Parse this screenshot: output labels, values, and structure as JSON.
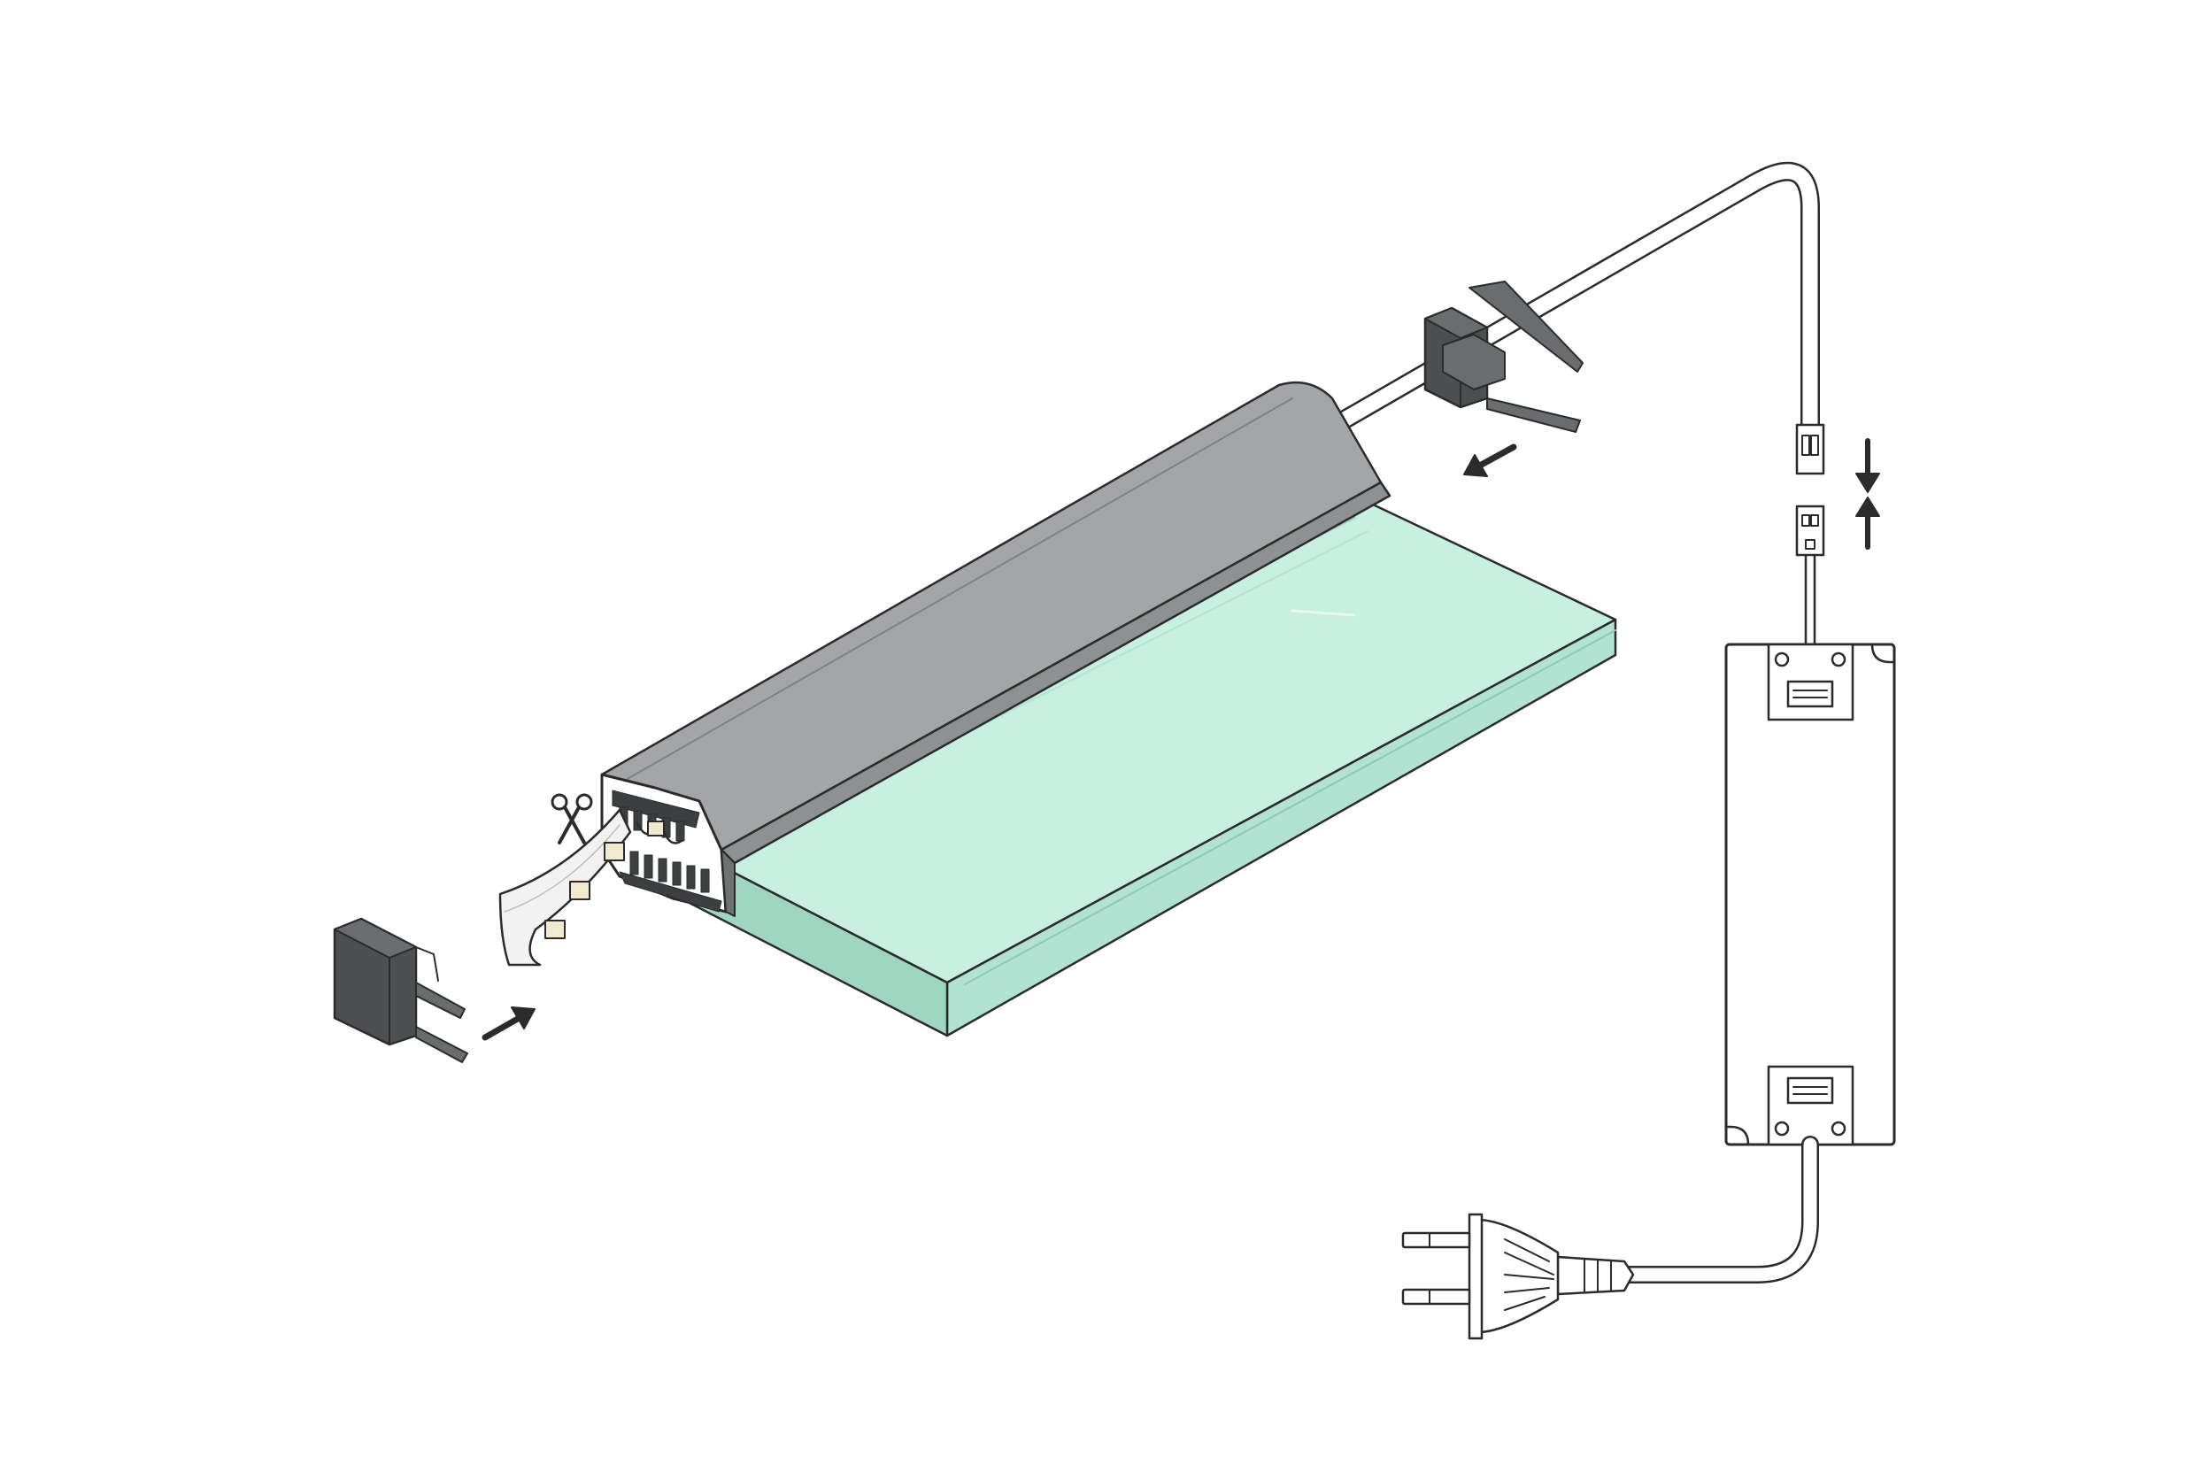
{
  "diagram": {
    "kind": "exploded-assembly",
    "icons": [
      "scissors-icon",
      "arrow-insert-left-icon",
      "arrow-insert-right-icon",
      "arrow-connect-down-icon",
      "arrow-connect-up-icon"
    ],
    "parts": [
      "aluminium-profile",
      "glass-shelf",
      "led-strip",
      "end-cap-left",
      "end-cap-right-with-cable-exit",
      "supply-cable",
      "plug-connector-female",
      "plug-connector-male",
      "led-driver",
      "mains-plug"
    ]
  },
  "colors": {
    "profile_top": "#a3a5a6",
    "profile_side": "#8e9192",
    "profile_front": "#6f7273",
    "glass_top": "#c8f0e0",
    "glass_front": "#b2e3d2",
    "glass_edge": "#9fd6c2",
    "end_cap": "#4c4f50",
    "end_cap_light": "#6a6d6e",
    "outline": "#2b2b2b",
    "arrow": "#2b2b2b",
    "led_chip": "#f1ead0",
    "background": "#ffffff"
  }
}
